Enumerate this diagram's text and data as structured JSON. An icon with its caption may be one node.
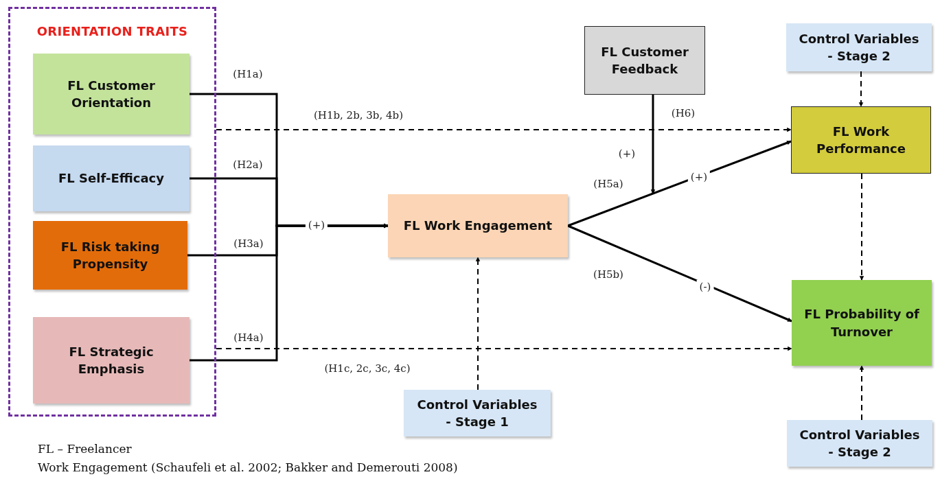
{
  "diagram": {
    "nodes": [
      {
        "text": [
          "ORIENTATION TRAITS"
        ]
      },
      {
        "text": [
          "FL Customer Orientation"
        ],
        "in": 0
      },
      {
        "text": [
          "FL Self-Efficacy"
        ],
        "in": 0
      },
      {
        "text": [
          "FL Risk taking Propensity"
        ],
        "in": 0
      },
      {
        "text": [
          "FL Strategic Emphasis"
        ],
        "in": 0
      },
      {
        "text": [
          "FL Work Engagement"
        ]
      },
      {
        "text": [
          "FL Customer Feedback"
        ]
      },
      {
        "text": [
          "Control Variables - Stage 2"
        ]
      },
      {
        "text": [
          "FL Work Performance"
        ]
      },
      {
        "text": [
          "FL Probability of Turnover"
        ]
      },
      {
        "text": [
          "Control Variables - Stage 1"
        ]
      },
      {
        "text": [
          "Control Variables - Stage 2"
        ]
      }
    ],
    "edges": [
      {
        "from": 1,
        "to": 5,
        "arrow": "to",
        "label": "(H1a)"
      },
      {
        "from": 2,
        "to": 5,
        "arrow": "to",
        "label": "(H2a)"
      },
      {
        "from": 3,
        "to": 5,
        "arrow": "to",
        "label": "(H3a)"
      },
      {
        "from": 4,
        "to": 5,
        "arrow": "to",
        "label": "(H4a)"
      },
      {
        "from": 0,
        "to": 8,
        "arrow": "to",
        "label": "(H1b, 2b, 3b, 4b)",
        "style": "dashed"
      },
      {
        "from": 0,
        "to": 9,
        "arrow": "to",
        "label": "(H1c, 2c, 3c, 4c)",
        "style": "dashed"
      },
      {
        "from": 5,
        "to": 8,
        "arrow": "to",
        "label": "(+)"
      },
      {
        "from": 5,
        "to": 9,
        "arrow": "to",
        "label": "(-)"
      },
      {
        "from": 6,
        "to": null,
        "arrow": "to",
        "label": "(H6)"
      },
      {
        "from": 7,
        "to": 8,
        "arrow": "to",
        "style": "dashed"
      },
      {
        "from": 8,
        "to": 9,
        "arrow": "to",
        "style": "dashed"
      },
      {
        "from": 10,
        "to": 5,
        "arrow": "to",
        "style": "dashed"
      },
      {
        "from": 11,
        "to": 9,
        "arrow": "to",
        "style": "dashed"
      }
    ],
    "labels": [
      "(+)",
      "(+)",
      "(H5a)",
      "(H5b)",
      "FL – Freelancer",
      "Work Engagement (Schaufeli et al. 2002; Bakker and Demerouti 2008)"
    ]
  }
}
